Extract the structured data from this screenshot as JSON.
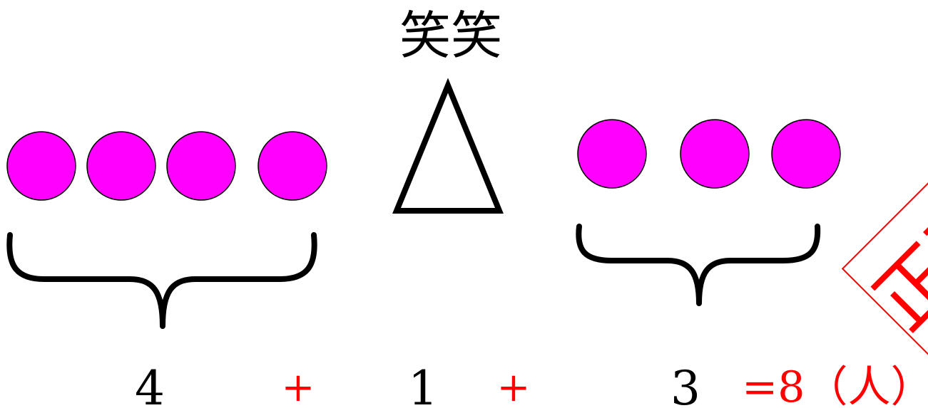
{
  "title": "笑笑",
  "colors": {
    "dot_fill": "#ff00ff",
    "dot_stroke": "#000000",
    "ink": "#000000",
    "accent": "#ff0000"
  },
  "left_group": {
    "count": 4,
    "number_label": "4"
  },
  "center_figure": {
    "shape": "triangle",
    "number_label": "1"
  },
  "right_group": {
    "count": 3,
    "number_label": "3"
  },
  "equation": {
    "plus_1": "+",
    "plus_2": "+",
    "result": "=8（人）"
  },
  "stamp": {
    "text": "正确"
  }
}
